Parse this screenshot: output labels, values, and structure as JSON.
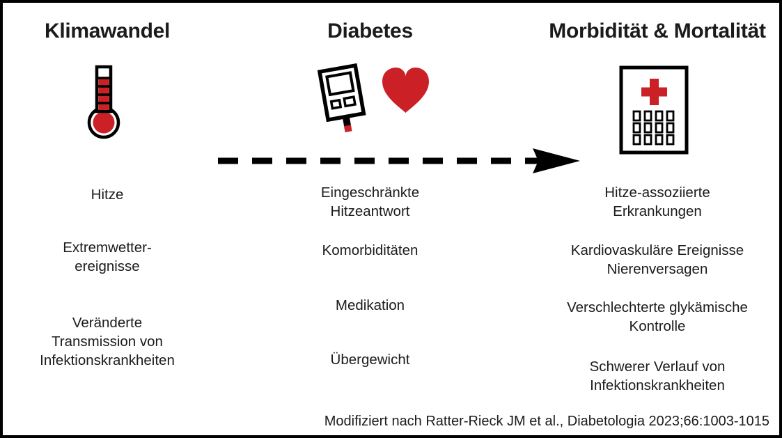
{
  "colors": {
    "accent_red": "#CB2026",
    "text": "#1B1B19",
    "border": "#000000",
    "background": "#FFFFFF"
  },
  "icons": {
    "left": "thermometer-icon",
    "middle": [
      "glucose-meter-icon",
      "heart-icon"
    ],
    "right": "hospital-icon",
    "connector": "dashed-arrow-right-icon"
  },
  "columns": [
    {
      "header": "Klimawandel",
      "items": [
        "Hitze",
        "Extremwetter-\nereignisse",
        "Veränderte\nTransmission von\nInfektionskrankheiten"
      ]
    },
    {
      "header": "Diabetes",
      "items": [
        "Eingeschränkte\nHitzeantwort",
        "Komorbiditäten",
        "Medikation",
        "Übergewicht"
      ]
    },
    {
      "header": "Morbidität & Mortalität",
      "items": [
        "Hitze-assoziierte\nErkrankungen",
        "Kardiovaskuläre Ereignisse\nNierenversagen",
        "Verschlechterte glykämische\nKontrolle",
        "Schwerer Verlauf von\nInfektionskrankheiten"
      ]
    }
  ],
  "citation": "Modifiziert nach Ratter-Rieck JM et al., Diabetologia 2023;66:1003-1015"
}
